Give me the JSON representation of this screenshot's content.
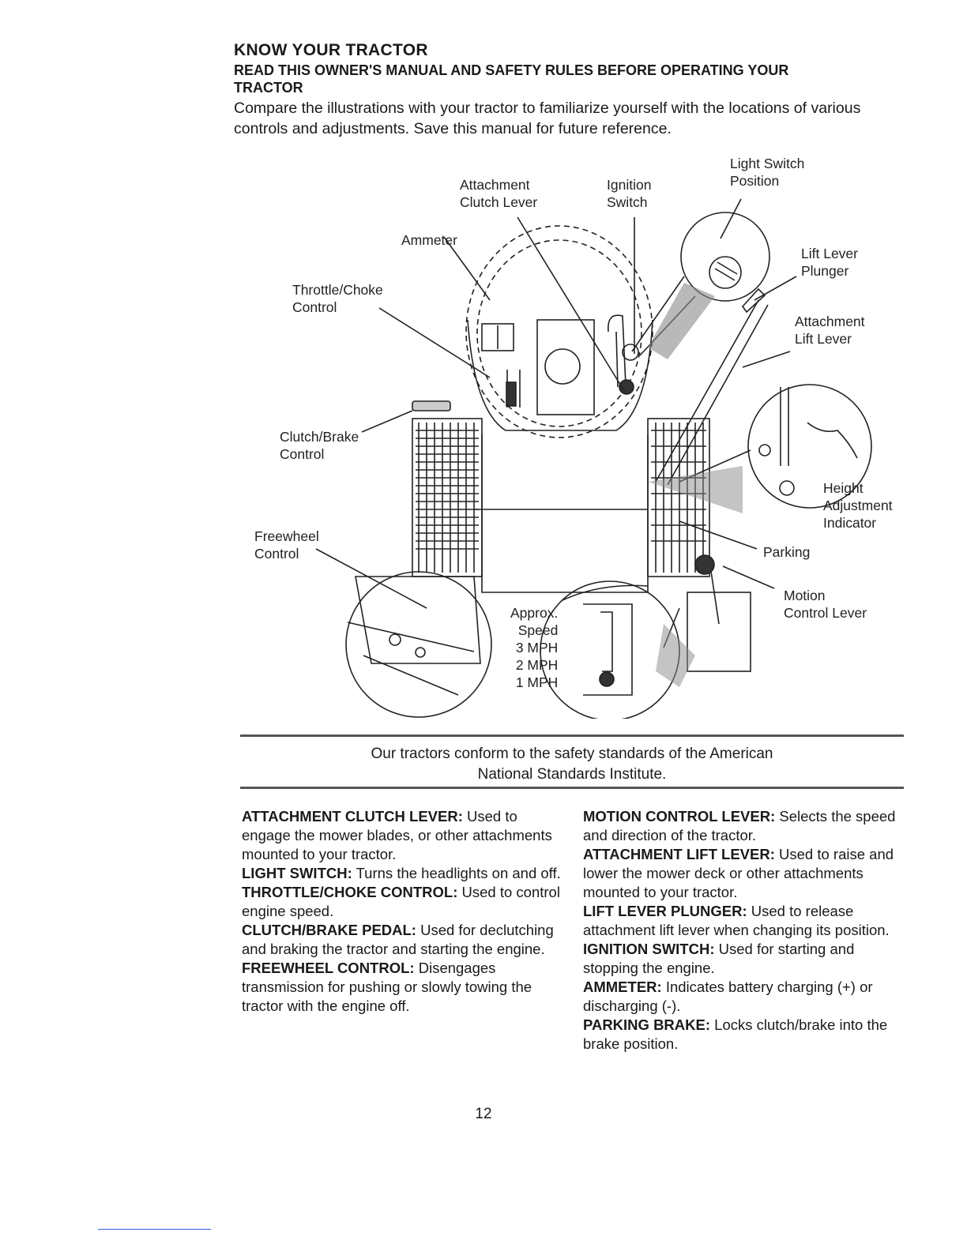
{
  "header": {
    "title": "KNOW YOUR TRACTOR",
    "subtitle": "READ THIS OWNER'S MANUAL AND SAFETY RULES BEFORE OPERATING YOUR TRACTOR",
    "intro": "Compare the illustrations with your tractor to familiarize yourself with the locations of various controls and adjustments. Save this manual for future reference."
  },
  "diagram": {
    "labels": {
      "light_switch": "Light Switch\nPosition",
      "attachment_clutch": "Attachment\nClutch Lever",
      "ignition": "Ignition\nSwitch",
      "ammeter": "Ammeter",
      "lift_plunger": "Lift Lever\nPlunger",
      "throttle": "Throttle/Choke\nControl",
      "attachment_lift": "Attachment\nLift Lever",
      "clutch_brake": "Clutch/Brake\nControl",
      "height": "Height\nAdjustment\nIndicator",
      "freewheel": "Freewheel\nControl",
      "parking": "Parking",
      "motion": "Motion\nControl Lever",
      "speed": "Approx.\nSpeed\n3 MPH\n2 MPH\n1 MPH"
    }
  },
  "standards_note": "Our tractors conform to the safety standards of the American\nNational Standards Institute.",
  "definitions_left": [
    {
      "term": "ATTACHMENT CLUTCH LEVER:",
      "text": " Used to engage the mower blades, or other attachments mounted to your tractor."
    },
    {
      "term": "LIGHT SWITCH:",
      "text": " Turns the headlights on and off."
    },
    {
      "term": "THROTTLE/CHOKE CONTROL:",
      "text": " Used to control engine speed."
    },
    {
      "term": "CLUTCH/BRAKE PEDAL:",
      "text": " Used for declutching and braking the tractor and starting the engine."
    },
    {
      "term": "FREEWHEEL CONTROL:",
      "text": " Disengages transmission for pushing or slowly towing the tractor with the engine off."
    }
  ],
  "definitions_right": [
    {
      "term": "MOTION CONTROL LEVER:",
      "text": " Selects the speed and direction of the tractor."
    },
    {
      "term": "ATTACHMENT LIFT LEVER:",
      "text": " Used to raise and lower the mower deck or other attachments mounted to your tractor."
    },
    {
      "term": "LIFT LEVER PLUNGER:",
      "text": " Used to release attachment lift lever when changing its position."
    },
    {
      "term": "IGNITION SWITCH:",
      "text": " Used for starting and stopping the engine."
    },
    {
      "term": "AMMETER:",
      "text": " Indicates battery charging (+) or discharging (-)."
    },
    {
      "term": "PARKING BRAKE:",
      "text": " Locks clutch/brake into the brake position."
    }
  ],
  "page_number": "12"
}
